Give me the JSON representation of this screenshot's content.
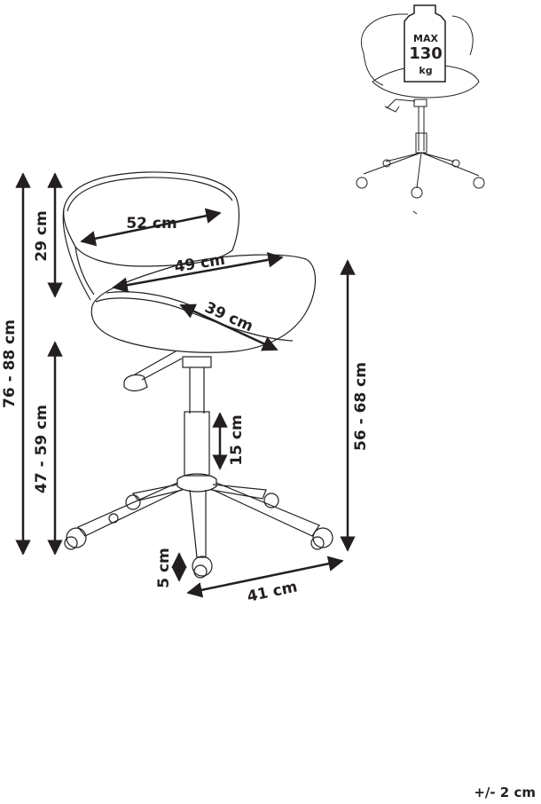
{
  "max_load": {
    "line1": "MAX",
    "line2": "130",
    "line3": "kg"
  },
  "dimensions": {
    "total_height": "76 - 88 cm",
    "back_height": "29 cm",
    "back_width": "52 cm",
    "seat_width": "49 cm",
    "seat_depth": "39 cm",
    "seat_height_left": "47 - 59 cm",
    "seat_height_right": "56 - 68 cm",
    "gas_lift": "15 cm",
    "caster": "5 cm",
    "base": "41 cm"
  },
  "tolerance": "+/- 2 cm",
  "colors": {
    "line": "#231f20"
  }
}
